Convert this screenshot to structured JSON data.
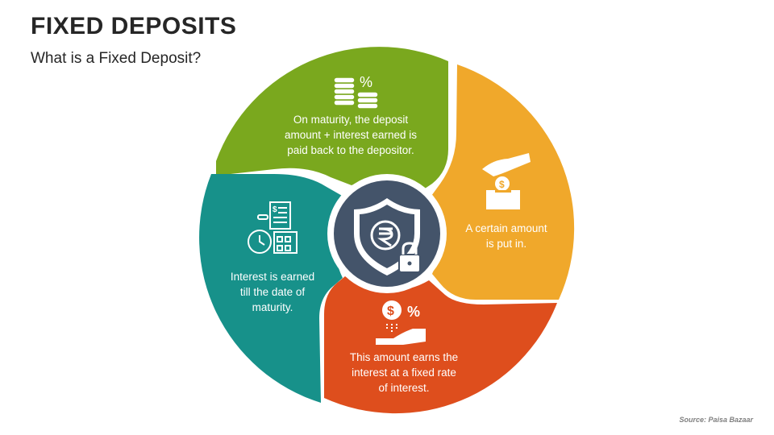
{
  "title": "FIXED DEPOSITS",
  "subtitle": "What is a Fixed Deposit?",
  "source": "Source: Paisa Bazaar",
  "colors": {
    "green": "#7AA81E",
    "orange": "#F0A82B",
    "red": "#DE4E1D",
    "teal": "#17918A",
    "center": "#44546A"
  },
  "segments": [
    {
      "id": "green",
      "icon": "coins-percent-icon",
      "lines": [
        "On maturity, the deposit",
        "amount + interest earned is",
        "paid back to the depositor."
      ]
    },
    {
      "id": "orange",
      "icon": "hand-coin-box-icon",
      "lines": [
        "A certain amount",
        "is put in."
      ]
    },
    {
      "id": "red",
      "icon": "hand-dollar-percent-icon",
      "lines": [
        "This amount earns the",
        "interest at a fixed rate",
        "of interest."
      ]
    },
    {
      "id": "teal",
      "icon": "clock-calendar-receipt-icon",
      "lines": [
        "Interest is earned",
        "till the date of",
        "maturity."
      ]
    }
  ],
  "center": {
    "icon": "rupee-shield-lock-icon"
  }
}
